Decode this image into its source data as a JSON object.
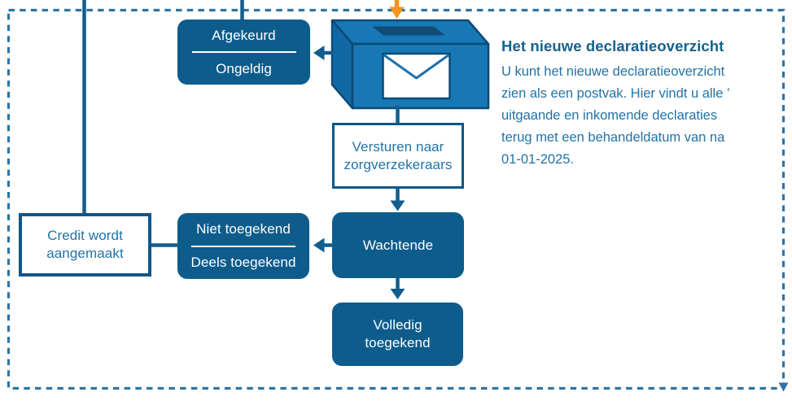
{
  "colors": {
    "solid_box_fill": "#0d5c8c",
    "solid_box_text": "#ffffff",
    "outline_box_border": "#0f578a",
    "outline_box_text": "#2173a8",
    "connector_line": "#115d8d",
    "dashed_border": "#2e74a6",
    "mailbox_front": "#1878b6",
    "mailbox_side": "#1268a5",
    "mailbox_slot": "#0f4c77",
    "mailbox_outline": "#0c4a75",
    "envelope_fill": "#ffffff",
    "incoming_arrow": "#f6921e"
  },
  "flowchart": {
    "rejected_box": {
      "top_label": "Afgekeurd",
      "bottom_label": "Ongeldig"
    },
    "send_box": {
      "label": "Versturen naar\nzorgverzekeraars"
    },
    "waiting_box": {
      "label": "Wachtende"
    },
    "not_granted_box": {
      "top_label": "Niet toegekend",
      "bottom_label": "Deels toegekend"
    },
    "credit_box": {
      "label": "Credit wordt\naangemaakt"
    },
    "fully_granted_box": {
      "label": "Volledig\ntoegekend"
    }
  },
  "annotation": {
    "title": "Het nieuwe declaratieoverzicht",
    "body": "U kunt het nieuwe declaratieoverzicht\nzien als een postvak. Hier vindt u alle ’\nuitgaande en inkomende declaraties\nterug met een behandeldatum van na\n01-01-2025."
  },
  "icons": {
    "mailbox": "mailbox-icon",
    "envelope": "envelope-icon",
    "incoming_arrow": "incoming-arrow-icon",
    "border_corner_arrow": "border-corner-arrow-icon"
  }
}
